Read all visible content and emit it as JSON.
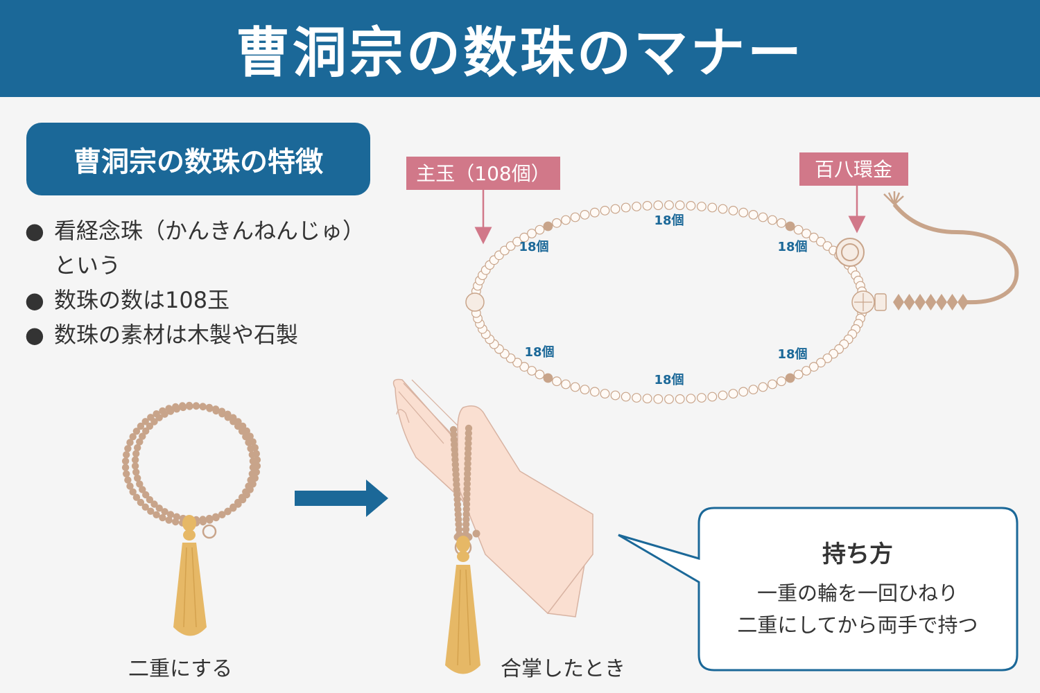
{
  "header": {
    "title": "曹洞宗の数珠のマナー"
  },
  "features": {
    "heading": "曹洞宗の数珠の特徴",
    "items": [
      "看経念珠（かんきんねんじゅ）\nという",
      "数珠の数は108玉",
      "数珠の素材は木製や石製"
    ]
  },
  "diagram": {
    "main_bead_label": "主玉（108個）",
    "ring_label": "百八環金",
    "segment_counts": [
      "18個",
      "18個",
      "18個",
      "18個",
      "18個",
      "18個"
    ]
  },
  "captions": {
    "double": "二重にする",
    "gassho": "合掌したとき"
  },
  "holding": {
    "title": "持ち方",
    "line1": "一重の輪を一回ひねり",
    "line2": "二重にしてから両手で持つ"
  },
  "colors": {
    "header_bg": "#1b6898",
    "label_bg": "#d17889",
    "count_text": "#1b6898",
    "bead_light": "#f6ece4",
    "bead_dark": "#c8a48a",
    "tassel": "#e6b866",
    "hand": "#fadfd1"
  }
}
